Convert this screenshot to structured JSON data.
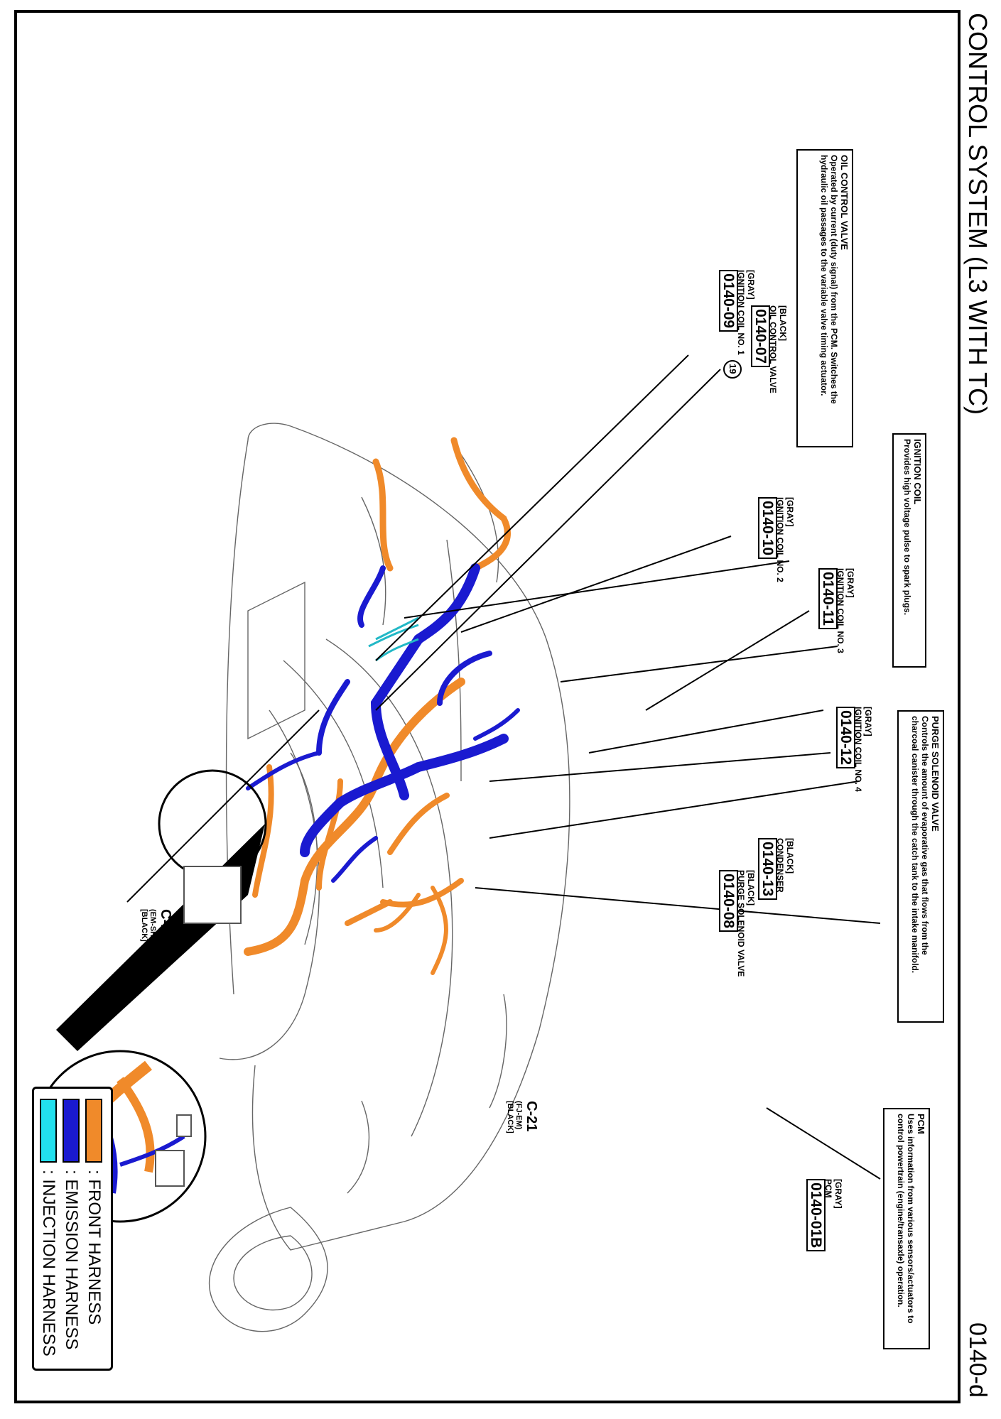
{
  "title": "CONTROL SYSTEM (L3 WITH TC)",
  "page_number": "0140-d",
  "notes": {
    "oil_control_valve": {
      "heading": "OIL CONTROL VALVE",
      "body_1": "Operated by current (duty signal) from the PCM. Switches the",
      "body_2": "hydraulic oil passages to the variable valve timing actuator."
    },
    "ignition_coil": {
      "heading": "IGNITION COIL",
      "body_1": "Provides high voltage pulse to spark plugs."
    },
    "purge_solenoid_valve": {
      "heading": "PURGE SOLENOID VALVE",
      "body_1": "Controls the amount of evaporative gas that flows from the",
      "body_2": "charcoal canister through the catch tank to the intake manifold."
    },
    "pcm": {
      "heading": "PCM",
      "body_1": "Uses information from various sensors/actuators to",
      "body_2": "control powertrain (engine/transaxle) operation."
    }
  },
  "callouts": [
    {
      "color": "[BLACK]",
      "name": "OIL CONTROL VALVE",
      "code": "0140-07"
    },
    {
      "color": "[GRAY]",
      "name": "IGNITION COIL NO. 1",
      "code": "0140-09"
    },
    {
      "color": "[GRAY]",
      "name": "IGNITION COIL NO. 2",
      "code": "0140-10"
    },
    {
      "color": "[GRAY]",
      "name": "IGNITION COIL NO. 3",
      "code": "0140-11"
    },
    {
      "color": "[GRAY]",
      "name": "IGNITION COIL NO. 4",
      "code": "0140-12"
    },
    {
      "color": "[BLACK]",
      "name": "CONDENSER",
      "code": "0140-13"
    },
    {
      "color": "[BLACK]",
      "name": "PURGE SOLENOID VALVE",
      "code": "0140-08"
    },
    {
      "color": "[GRAY]",
      "name": "PCM",
      "code": "0140-01B"
    }
  ],
  "connectors": [
    {
      "id": "C-10",
      "line1": "(EM-SHORT CORD",
      "line2": "[BLACK]"
    },
    {
      "id": "C-21",
      "line1": "(FJ-EM)",
      "line2": "[BLACK]"
    }
  ],
  "ref_marker": "19",
  "legend": [
    {
      "label": ": FRONT HARNESS",
      "color": "#f08a2a"
    },
    {
      "label": ": EMISSION HARNESS",
      "color": "#1a1ad0"
    },
    {
      "label": ": INJECTION HARNESS",
      "color": "#22e0ee"
    }
  ],
  "colors": {
    "front": "#f08a2a",
    "emission": "#1a1ad0",
    "injection": "#22e0ee",
    "outline": "#555555"
  }
}
